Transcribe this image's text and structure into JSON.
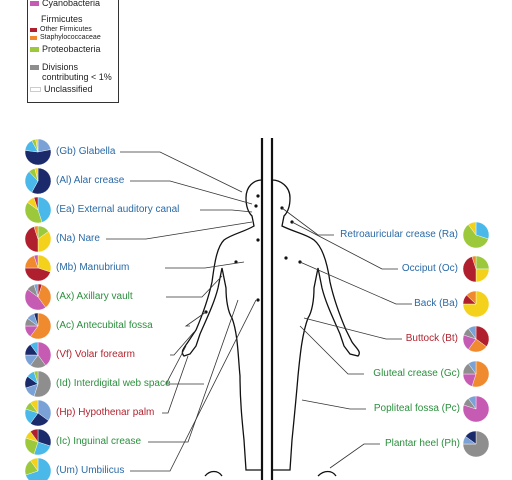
{
  "colors": {
    "Cyanobacteria": "#c65bb4",
    "Other Firmicutes": "#b01f2e",
    "Staphylococcaceae": "#f08a2e",
    "Proteobacteria": "#9cc83c",
    "Divisions contributing < 1%": "#8e8e8e",
    "Unclassified": "#ffffff",
    "Actinobacteria": "#1b2a6b",
    "Propionibacteriaceae": "#7aa2d6",
    "Corynebacteriaceae": "#4ab8e8",
    "Bacteroidetes": "#f4d21c",
    "label_blue": "#2a6aa6",
    "label_green": "#2c8f3e",
    "label_red": "#b1232e"
  },
  "legend": {
    "cyanobacteria": "Cyanobacteria",
    "firmicutes": "Firmicutes",
    "other_firmicutes": "Other Firmicutes",
    "staphylococcaceae": "Staphylococcaceae",
    "proteobacteria": "Proteobacteria",
    "divisions_line1": "Divisions",
    "divisions_line2": "contributing < 1%",
    "unclassified": "Unclassified"
  },
  "sites_left": [
    {
      "label": "(Gb) Glabella",
      "class": "blue",
      "pie": [
        0.22,
        0.55,
        0.15,
        0.05,
        0.03
      ]
    },
    {
      "label": "(Al) Alar crease",
      "class": "blue",
      "pie": [
        0.58,
        0.3,
        0.08,
        0.04
      ]
    },
    {
      "label": "(Ea) External auditory canal",
      "class": "blue",
      "pie": [
        0.45,
        0.4,
        0.1,
        0.05
      ]
    },
    {
      "label": "(Na) Nare",
      "class": "blue",
      "pie": [
        0.15,
        0.35,
        0.45,
        0.05
      ]
    },
    {
      "label": "(Mb) Manubrium",
      "class": "blue",
      "pie": [
        0.3,
        0.45,
        0.2,
        0.05
      ]
    },
    {
      "label": "(Ax) Axillary vault",
      "class": "green",
      "pie": [
        0.05,
        0.35,
        0.45,
        0.1,
        0.05
      ]
    },
    {
      "label": "(Ac) Antecubital fossa",
      "class": "green",
      "pie": [
        0.6,
        0.15,
        0.1,
        0.1,
        0.05
      ]
    },
    {
      "label": "(Vf) Volar forearm",
      "class": "red",
      "pie": [
        0.4,
        0.2,
        0.15,
        0.15,
        0.1
      ]
    },
    {
      "label": "(Id) Interdigital web space",
      "class": "green",
      "pie": [
        0.55,
        0.15,
        0.15,
        0.1,
        0.05
      ]
    },
    {
      "label": "(Hp) Hypothenar palm",
      "class": "red",
      "pie": [
        0.35,
        0.25,
        0.2,
        0.1,
        0.1
      ]
    },
    {
      "label": "(Ic) Inguinal crease",
      "class": "green",
      "pie": [
        0.3,
        0.25,
        0.25,
        0.1,
        0.1
      ]
    },
    {
      "label": "(Um) Umbilicus",
      "class": "blue",
      "pie": [
        0.7,
        0.2,
        0.1
      ]
    }
  ],
  "sites_right": [
    {
      "label": "Retroauricular crease (Ra)",
      "class": "blue",
      "pie": [
        0.3,
        0.6,
        0.1
      ]
    },
    {
      "label": "Occiput (Oc)",
      "class": "blue",
      "pie": [
        0.25,
        0.25,
        0.45,
        0.05
      ]
    },
    {
      "label": "Back (Ba)",
      "class": "blue",
      "pie": [
        0.75,
        0.12,
        0.13
      ]
    },
    {
      "label": "Buttock (Bt)",
      "class": "red",
      "pie": [
        0.35,
        0.25,
        0.2,
        0.1,
        0.1
      ]
    },
    {
      "label": "Gluteal crease (Gc)",
      "class": "green",
      "pie": [
        0.55,
        0.2,
        0.15,
        0.1
      ]
    },
    {
      "label": "Popliteal fossa (Pc)",
      "class": "green",
      "pie": [
        0.8,
        0.1,
        0.1
      ]
    },
    {
      "label": "Plantar heel (Ph)",
      "class": "green",
      "pie": [
        0.75,
        0.1,
        0.15
      ]
    }
  ]
}
